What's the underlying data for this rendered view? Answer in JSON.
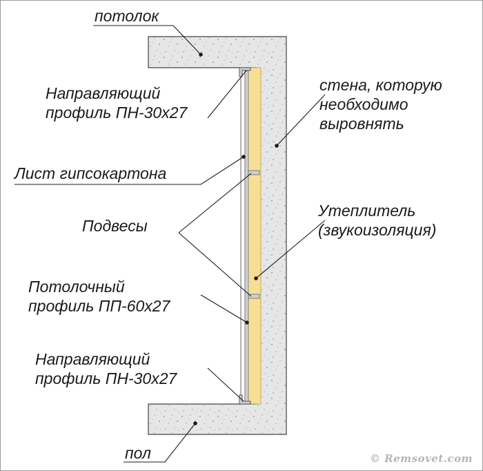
{
  "labels": {
    "ceiling": "потолок",
    "top_guide": [
      "Направляющий",
      "профиль ПН-30х27"
    ],
    "wall": [
      "стена, которую",
      "необходимо",
      "выровнять"
    ],
    "drywall": "Лист гипсокартона",
    "hangers": "Подвесы",
    "insulation": [
      "Утеплитель",
      "(звукоизоляция)"
    ],
    "ceiling_profile": [
      "Потолочный",
      "профиль ПП-60х27"
    ],
    "bottom_guide": [
      "Направляющий",
      "профиль ПН-30х27"
    ],
    "floor": "пол"
  },
  "watermark": "© Remsovet.com",
  "colors": {
    "concrete": "#e6e6e6",
    "concrete_dots": "#8c8c8c",
    "insulation": "#f6df95",
    "profile": "#cfcfcf",
    "leader_line": "#1a1a1a"
  }
}
